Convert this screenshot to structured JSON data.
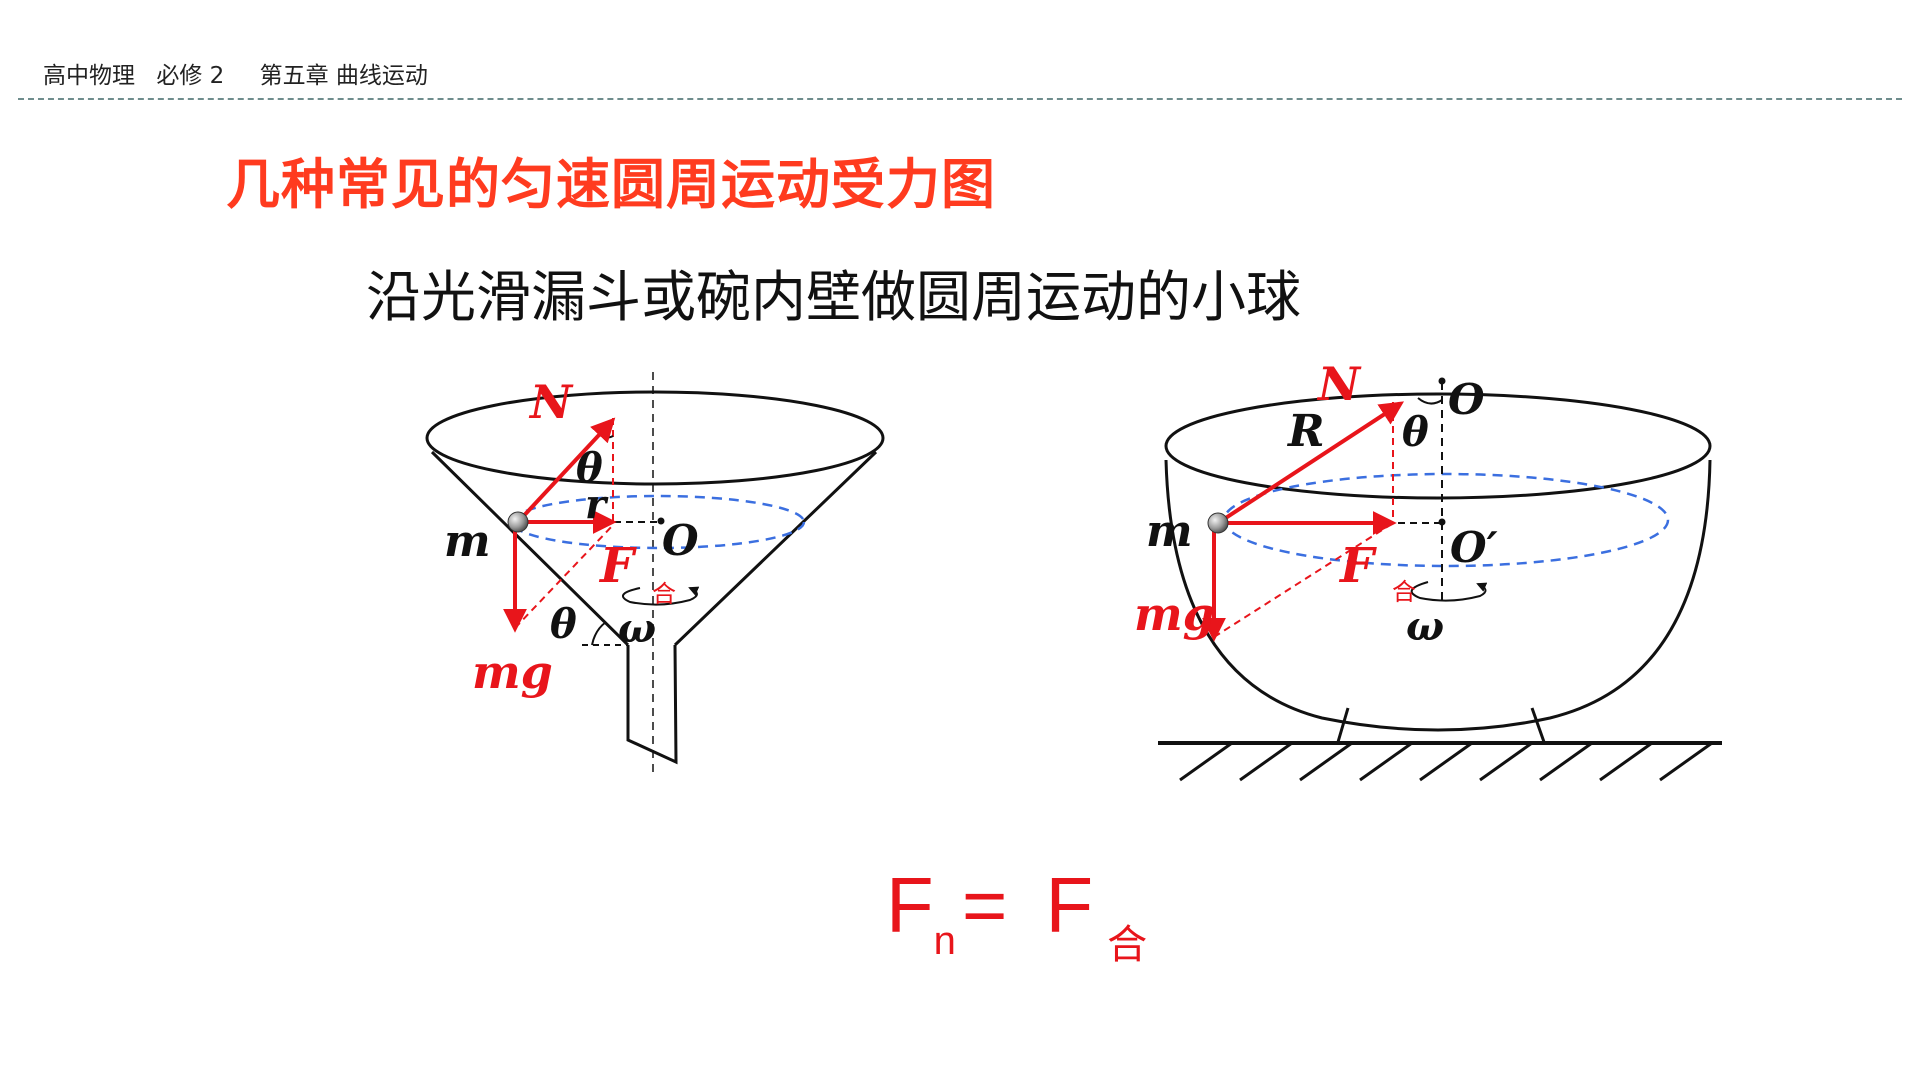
{
  "header": {
    "course": "高中物理",
    "module": "必修 2",
    "chapter": "第五章 曲线运动"
  },
  "title": "几种常见的匀速圆周运动受力图",
  "subtitle": "沿光滑漏斗或碗内壁做圆周运动的小球",
  "funnel_labels": {
    "normal_force": "N",
    "angle_top": "θ",
    "radius": "r",
    "mass": "m",
    "center": "O",
    "net_force": "F",
    "net_force_sub": "合",
    "gravity": "mg",
    "angle_bottom": "θ",
    "angular_velocity": "ω"
  },
  "bowl_labels": {
    "normal_force": "N",
    "center": "O",
    "radius": "R",
    "angle": "θ",
    "mass": "m",
    "net_force": "F",
    "net_force_sub": "合",
    "circle_center": "O′",
    "gravity": "mg",
    "angular_velocity": "ω"
  },
  "formula": {
    "lhs": "F",
    "lhs_sub": "n",
    "equals": "=",
    "rhs": "F",
    "rhs_sub": "合"
  },
  "colors": {
    "title": "#ff3b1f",
    "force": "#e8151b",
    "orbit": "#3b6fe0",
    "ink": "#111111"
  }
}
